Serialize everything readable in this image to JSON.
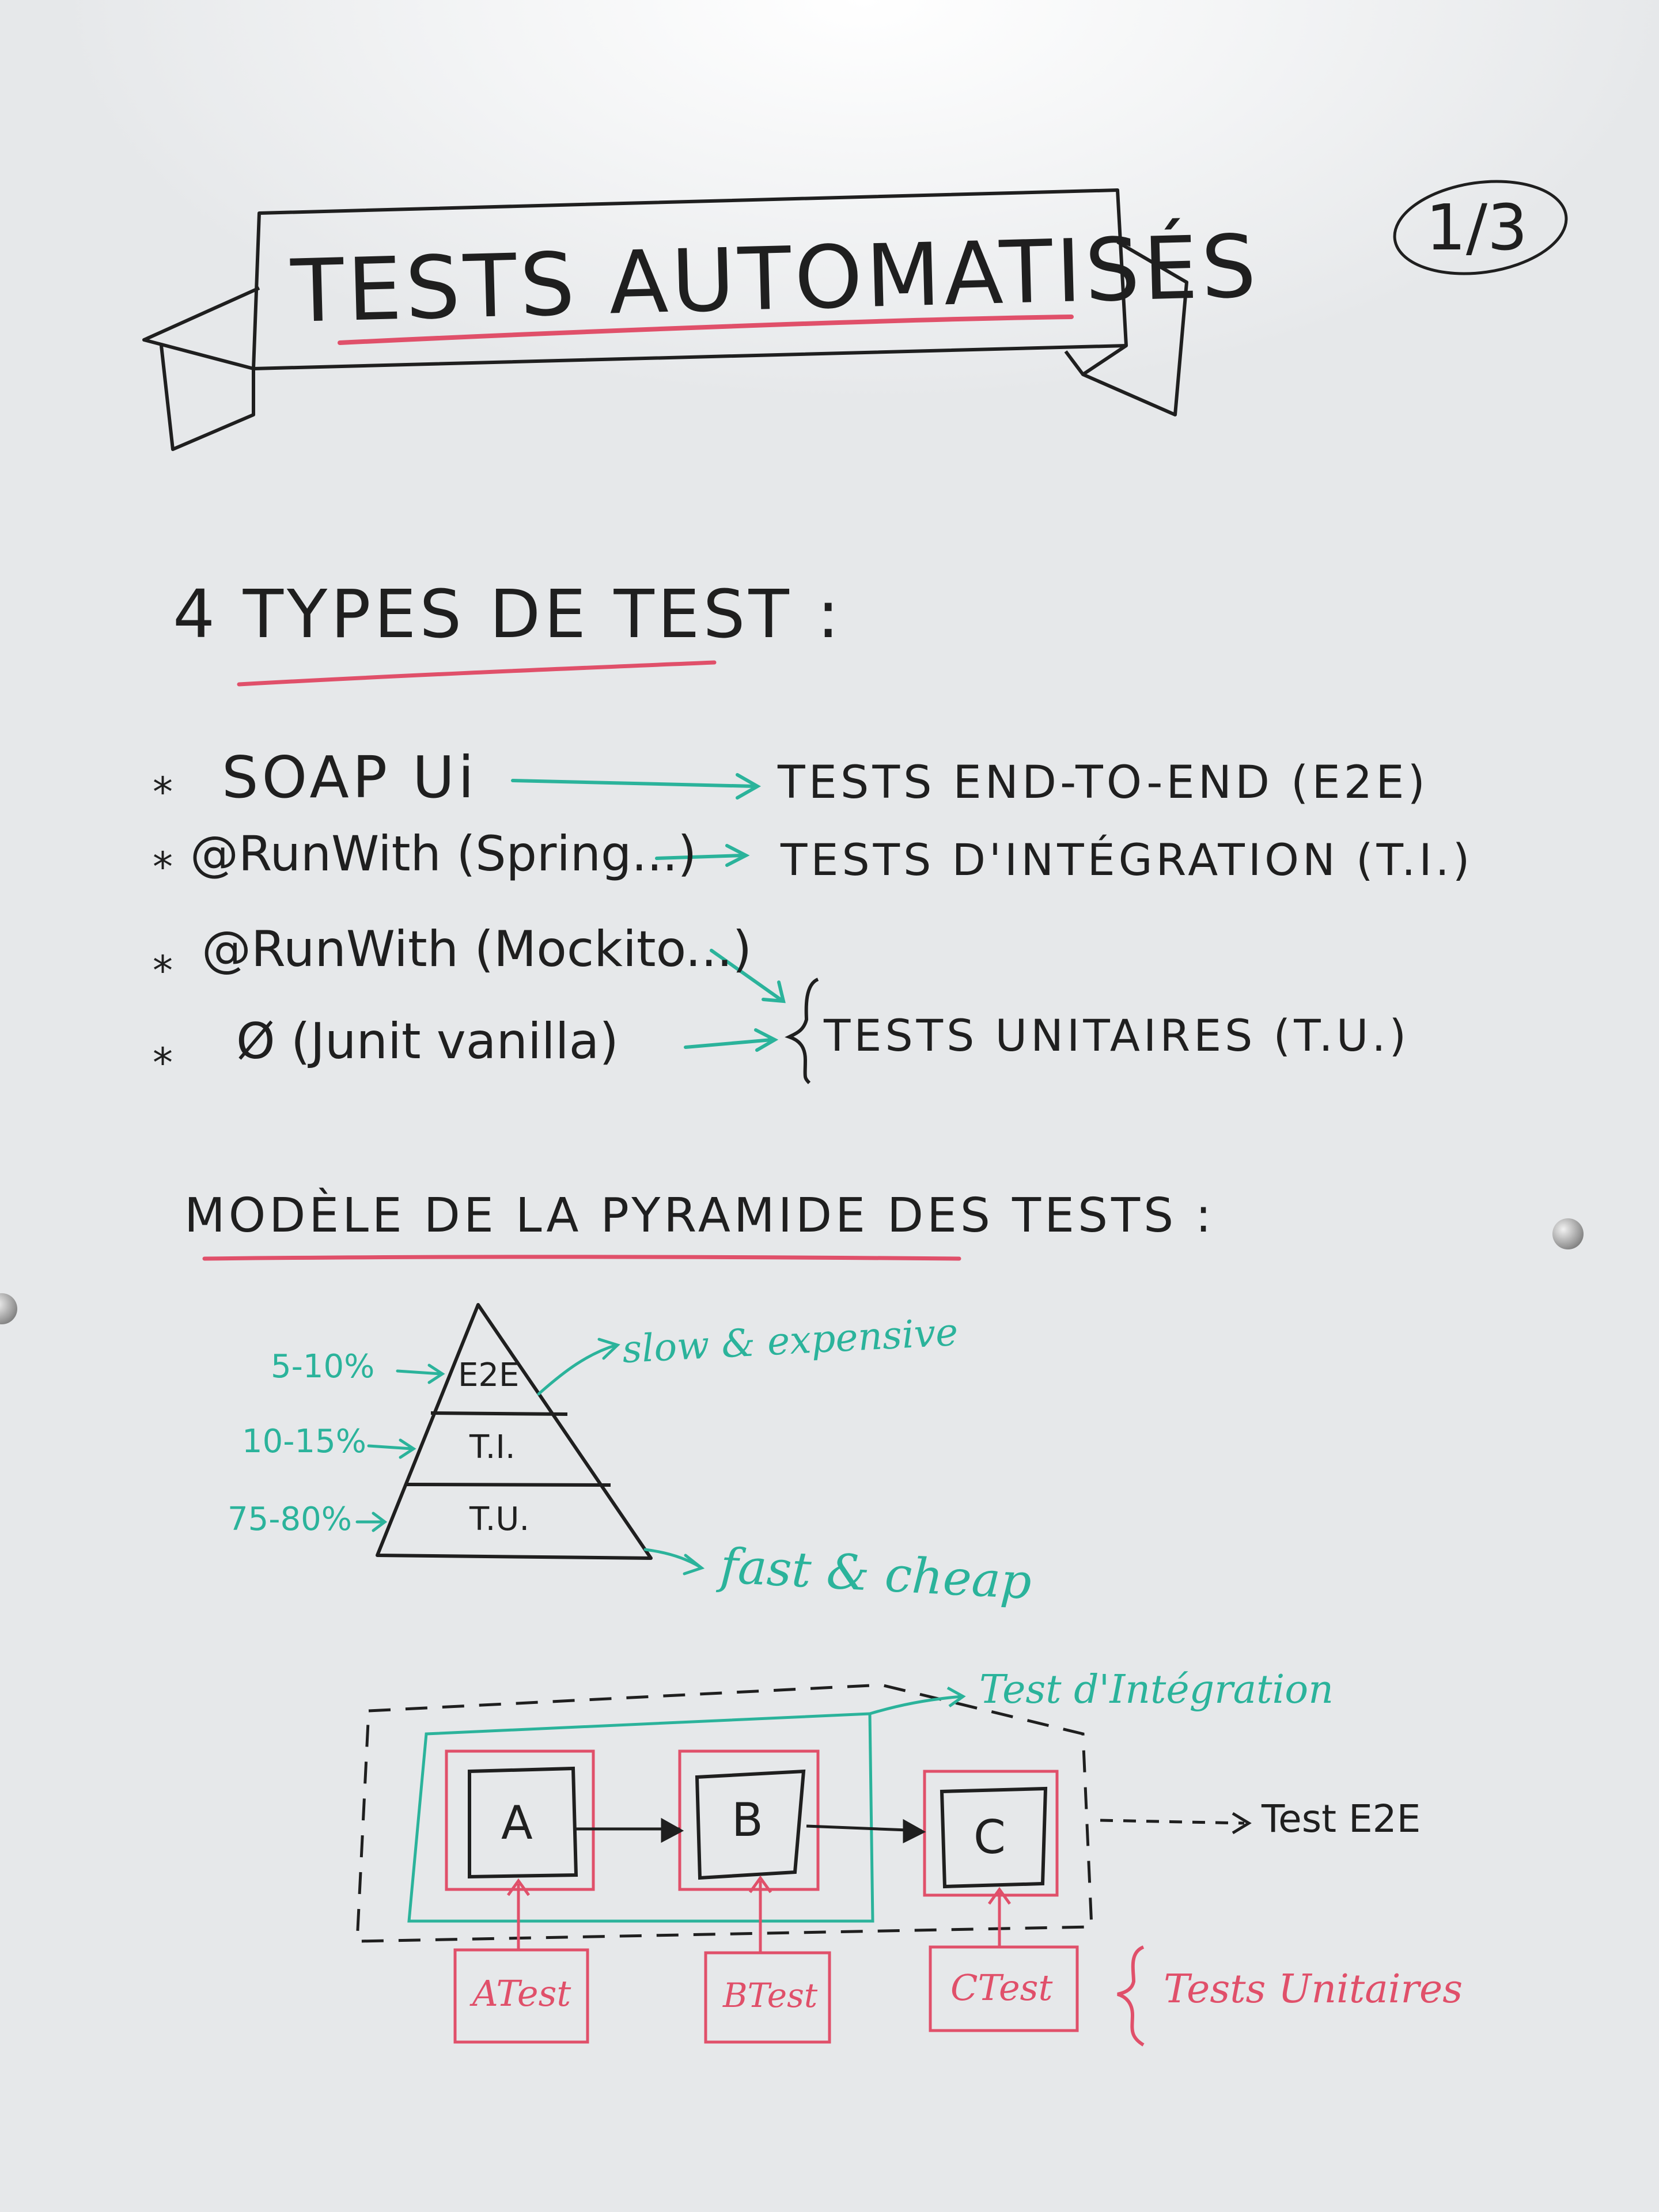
{
  "title": "TESTS AUTOMATISÉS",
  "page_number": "1/3",
  "types_heading": "4 TYPES DE TEST :",
  "test_types": [
    {
      "bullet": "*",
      "tool": "SOAP Ui",
      "result": "TESTS END-TO-END (E2E)"
    },
    {
      "bullet": "*",
      "tool": "@RunWith (Spring...)",
      "result": "TESTS D'INTÉGRATION (T.I.)"
    },
    {
      "bullet": "*",
      "tool": "@RunWith (Mockito...)",
      "result": ""
    },
    {
      "bullet": "*",
      "tool": "Ø (Junit vanilla)",
      "result": "TESTS UNITAIRES (T.U.)"
    }
  ],
  "pyramid_heading": "MODÈLE DE LA PYRAMIDE DES TESTS :",
  "pyramid": {
    "levels": [
      {
        "label": "E2E",
        "percent": "5-10%"
      },
      {
        "label": "T.I.",
        "percent": "10-15%"
      },
      {
        "label": "T.U.",
        "percent": "75-80%"
      }
    ],
    "top_note": "slow & expensive",
    "bottom_note": "fast & cheap"
  },
  "diagram": {
    "components": [
      "A",
      "B",
      "C"
    ],
    "unit_tests": [
      "ATest",
      "BTest",
      "CTest"
    ],
    "integration_label": "Test d'Intégration",
    "e2e_label": "Test E2E",
    "unit_label": "Tests Unitaires"
  },
  "colors": {
    "black": "#1f1f1f",
    "teal": "#2bb39b",
    "pink": "#e0506a"
  }
}
